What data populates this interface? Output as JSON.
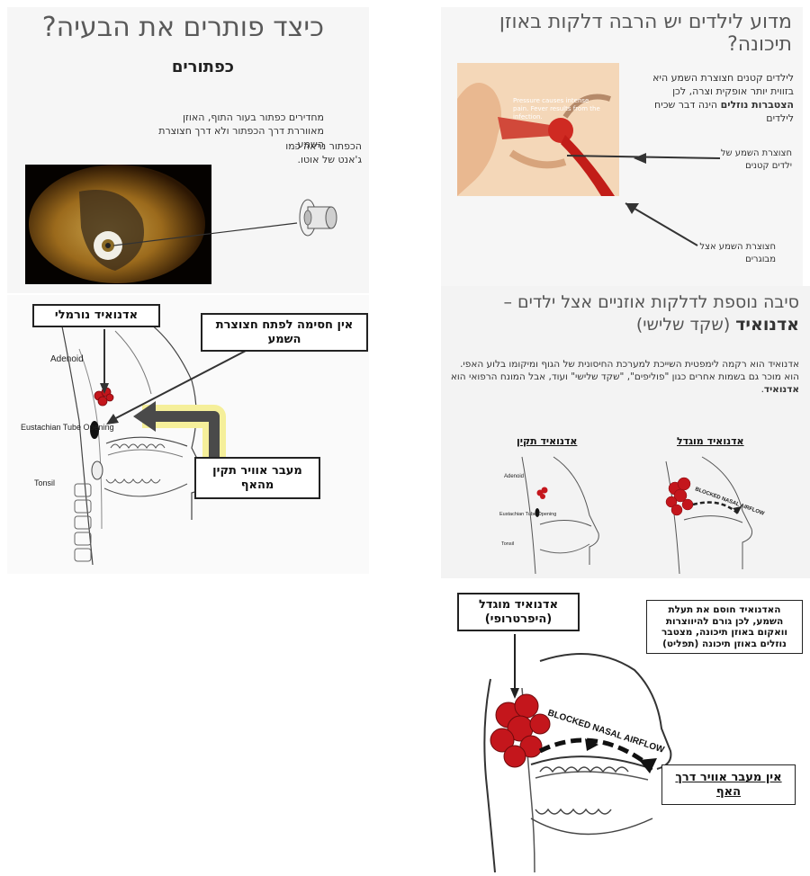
{
  "left_top": {
    "title": "כיצד פותרים את הבעיה?",
    "subtitle": "כפתורים",
    "text_desc": "מחדירים כפתור בעור התוף, האוזן מאווררת דרך הכפתור ולא דרך חצוצרת השמע.",
    "text_caption": "הכפתור נראה כמו ג'אנט של אוטו."
  },
  "left_bottom": {
    "label_normal": "אדנואיד נורמלי",
    "label_no_block": "אין חסימה לפתח חצוצרת השמע",
    "label_airflow": "מעבר אוויר תקין מהאף",
    "diag_adenoid": "Adenoid",
    "diag_eustachian": "Eustachian Tube Opening",
    "diag_tonsil": "Tonsil"
  },
  "right_top": {
    "title": "מדוע לילדים יש הרבה דלקות באוזן תיכונה?",
    "para_before": "לילדים קטנים חצוצרת השמע היא בזווית יותר אופקית וצרה, לכן ",
    "para_bold": "הצטברות נוזלים",
    "para_after": " הינה דבר שכיח לילדים",
    "img_text": "Pressure causes intense pain. Fever results from the infection.",
    "label_kids": "חצוצרת השמע של ילדים קטנים",
    "label_adults": "חצוצרת השמע אצל מבוגרים"
  },
  "right_middle": {
    "title_line1": "סיבה נוספת לדלקות אוזניים אצל ילדים –",
    "title_bold": "אדנואיד",
    "title_paren": " (שקד שלישי)",
    "para": "אדנואיד הוא רקמה לימפטית השייכת למערכת החיסונית של הגוף ומיקומו בלוע האפי. הוא מוכר גם בשמות אחרים כגון \"פוליפים\", \"שקד שלישי\" ועוד, אבל המונח הרפואי הוא ",
    "para_bold": "אדנואיד",
    "label_normal": "אדנואיד תקין",
    "label_enlarged": "אדנואיד מוגדל",
    "blocked": "BLOCKED NASAL AIRFLOW",
    "diag_adenoid": "Adenoid",
    "diag_eustachian": "Eustachian Tube Opening",
    "diag_tonsil": "Tonsil"
  },
  "right_bottom": {
    "label_enlarged": "אדנואיד מוגדל (היפרטרופי)",
    "label_blocks": "האדנואיד חוסם את תעלת השמע, לכן גורם להיווצרות וואקום באוזן תיכונה, מצטבר נוזלים באוזן תיכונה (תפליט)",
    "label_no_airflow": "אין מעבר אוויר דרך האף",
    "blocked": "BLOCKED NASAL AIRFLOW"
  },
  "colors": {
    "adenoid_red": "#c4161c",
    "arrow_dark": "#333333",
    "glow_yellow": "#f5ef9a"
  }
}
